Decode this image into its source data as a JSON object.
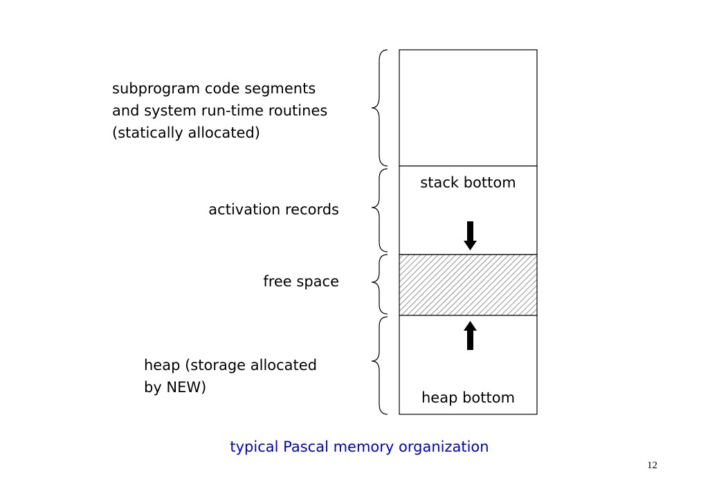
{
  "diagram": {
    "regions": [
      {
        "id": "code",
        "lines": [
          "subprogram code segments",
          "and system run-time routines",
          "(statically allocated)"
        ]
      },
      {
        "id": "stack",
        "lines": [
          "activation records"
        ],
        "inner_label": "stack bottom",
        "growth": "down"
      },
      {
        "id": "free",
        "lines": [
          "free space"
        ],
        "fill": "hatched"
      },
      {
        "id": "heap",
        "lines": [
          "heap (storage allocated",
          "by NEW)"
        ],
        "inner_label": "heap bottom",
        "growth": "up"
      }
    ],
    "caption": "typical Pascal memory organization",
    "page_number": "12",
    "colors": {
      "caption": "#0000cc",
      "stroke": "#000000",
      "hatch": "#555555"
    }
  }
}
